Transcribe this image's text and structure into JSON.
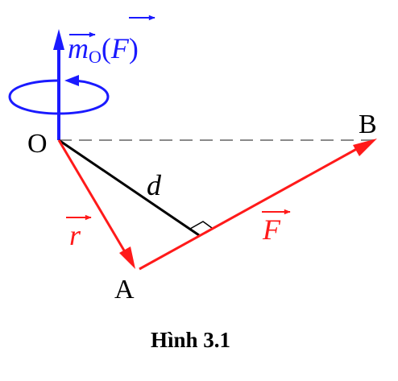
{
  "colors": {
    "red": "#ff1a1a",
    "blue": "#1a1aff",
    "black": "#000000",
    "dash": "#8a8a8a"
  },
  "labels": {
    "point_o": "O",
    "point_a": "A",
    "point_b": "B",
    "distance": "d",
    "vector_r": "r",
    "vector_f": "F",
    "moment_m": "m",
    "moment_subscript": "O",
    "moment_open": "(",
    "moment_f": "F",
    "moment_close": ")"
  },
  "caption": "Hình 3.1"
}
